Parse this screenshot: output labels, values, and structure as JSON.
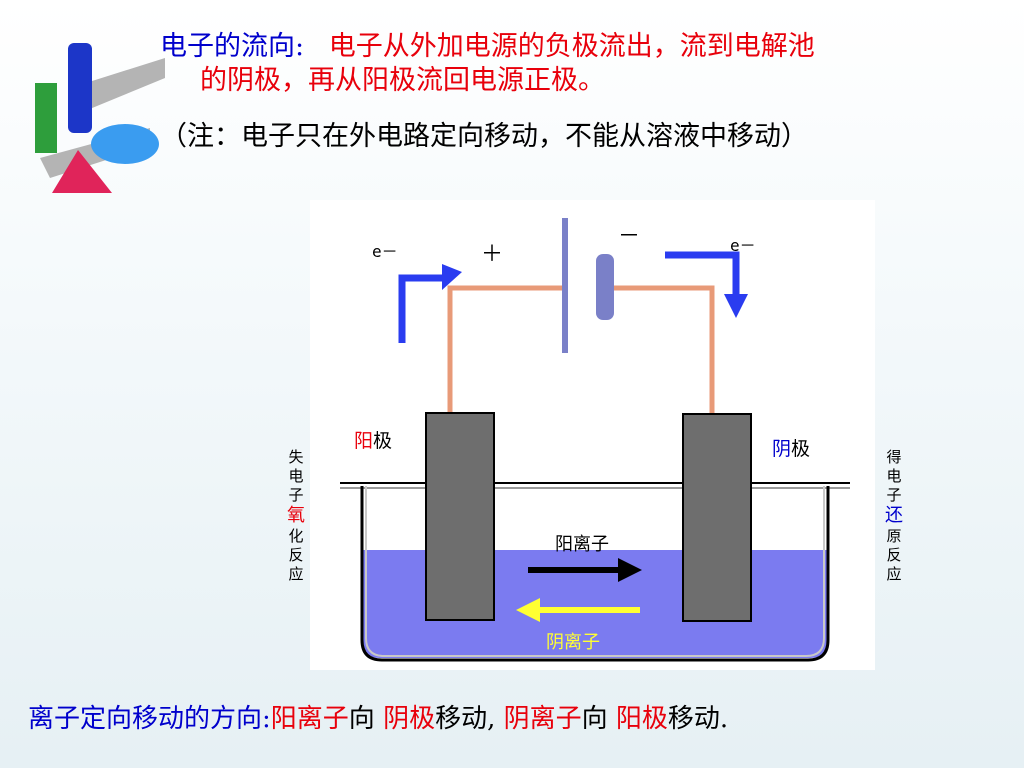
{
  "header": {
    "line1_label": "电子的流向:",
    "line1_text": "电子从外加电源的负极流出，流到电解池",
    "line2_text": "的阴极，再从阳极流回电源正极。",
    "note": "（注：电子只在外电路定向移动，不能从溶液中移动）"
  },
  "diagram": {
    "electron_left": "e－",
    "electron_right": "e－",
    "plus_sign": "＋",
    "minus_sign": "－",
    "anode_label_colored": "阳",
    "anode_label_rest": "极",
    "cathode_label_colored": "阴",
    "cathode_label_rest": "极",
    "cation_label": "阳离子",
    "anion_label": "阴离子",
    "left_side": [
      "失",
      "电",
      "子",
      "氧",
      "化",
      "反",
      "应"
    ],
    "right_side": [
      "得",
      "电",
      "子",
      "还",
      "原",
      "反",
      "应"
    ]
  },
  "footer": {
    "label": "离子定向移动的方向:",
    "part1": "阳离子",
    "part2": "向",
    "part3": "阴极",
    "part4": "移动,",
    "part5": "阴离子",
    "part6": "向",
    "part7": "阳极",
    "part8": "移动."
  },
  "colors": {
    "blue_text": "#0000cc",
    "red_text": "#e8000b",
    "solution": "#7b7bf0",
    "electrode": "#6e6e6e",
    "wire": "#e89a78",
    "arrow_blue": "#2a3cf0",
    "arrow_yellow": "#ffff33"
  }
}
